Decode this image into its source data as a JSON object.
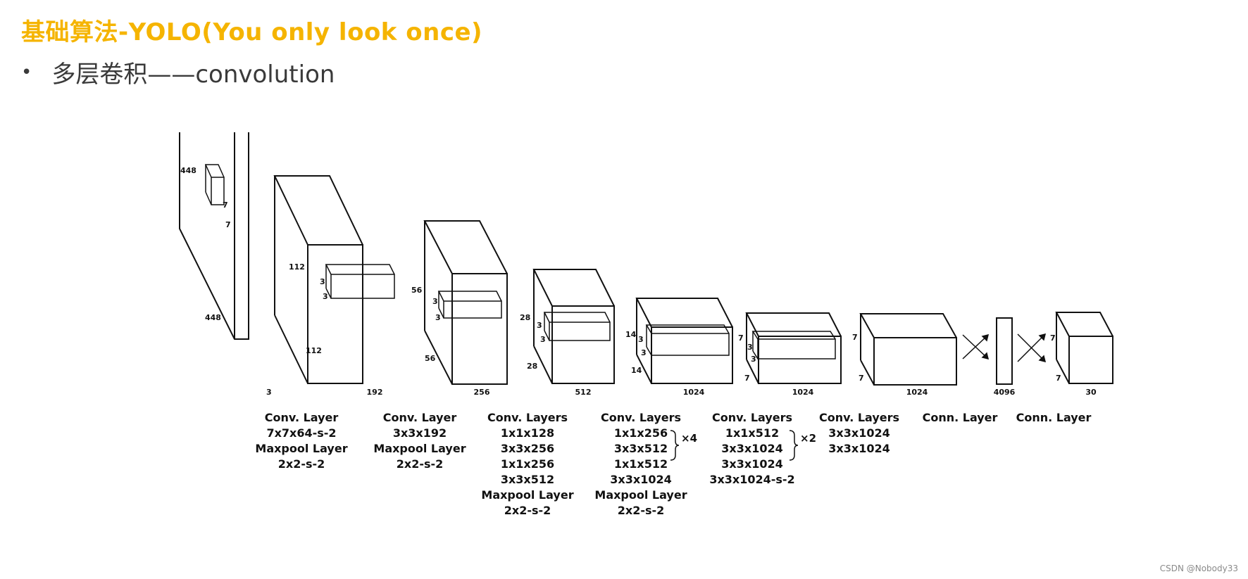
{
  "slide": {
    "title": "基础算法-YOLO(You only look once)",
    "bullet": "多层卷积——convolution",
    "title_color": "#f5b400"
  },
  "diagram": {
    "input": {
      "width": "448",
      "height": "448",
      "depth": "3",
      "kernel": [
        "7",
        "7"
      ]
    },
    "blocks": [
      {
        "side_top": "112",
        "side_bottom": "112",
        "depth": "192",
        "kernel": [
          "3",
          "3"
        ],
        "desc": [
          "Conv. Layer",
          "7x7x64-s-2",
          "Maxpool Layer",
          "2x2-s-2"
        ]
      },
      {
        "side_top": "56",
        "side_bottom": "56",
        "depth": "256",
        "kernel": [
          "3",
          "3"
        ],
        "desc": [
          "Conv. Layer",
          "3x3x192",
          "Maxpool Layer",
          "2x2-s-2"
        ]
      },
      {
        "side_top": "28",
        "side_bottom": "28",
        "depth": "512",
        "kernel": [
          "3",
          "3"
        ],
        "desc": [
          "Conv. Layers",
          "1x1x128",
          "3x3x256",
          "1x1x256",
          "3x3x512",
          "Maxpool Layer",
          "2x2-s-2"
        ]
      },
      {
        "side_top": "14",
        "side_bottom": "14",
        "depth": "1024",
        "kernel": [
          "3",
          "3"
        ],
        "desc": [
          "Conv. Layers",
          "1x1x256",
          "3x3x512",
          "1x1x512",
          "3x3x1024",
          "Maxpool Layer",
          "2x2-s-2"
        ],
        "repeat": "×4"
      },
      {
        "side_top": "7",
        "side_bottom": "7",
        "depth": "1024",
        "kernel": [
          "3",
          "3"
        ],
        "desc": [
          "Conv. Layers",
          "1x1x512",
          "3x3x1024",
          "3x3x1024",
          "3x3x1024-s-2"
        ],
        "repeat": "×2"
      },
      {
        "side_top": "7",
        "side_bottom": "7",
        "depth": "1024",
        "desc": [
          "Conv. Layers",
          "3x3x1024",
          "3x3x1024"
        ]
      }
    ],
    "fc1": {
      "depth": "4096",
      "desc": "Conn. Layer"
    },
    "output": {
      "side_top": "7",
      "side_bottom": "7",
      "depth": "30",
      "desc": "Conn. Layer"
    }
  },
  "watermark": "CSDN @Nobody33"
}
